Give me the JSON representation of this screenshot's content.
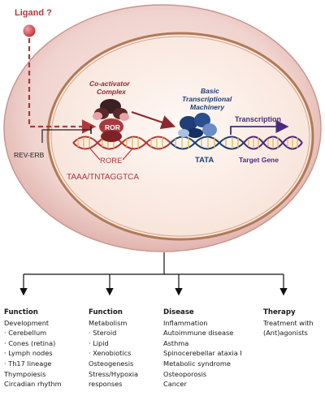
{
  "labels": {
    "ligand": "Ligand ?",
    "coactivator": [
      "Co-activator",
      "Complex"
    ],
    "basic_machinery": [
      "Basic",
      "Transcriptional",
      "Machinery"
    ],
    "transcription": "Transcription",
    "ror": "ROR",
    "rore": "RORE",
    "rev_erb": "REV-ERB",
    "tata": "TATA",
    "target_gene": "Target Gene",
    "motif": "TAAA/TNTAGGTCA"
  },
  "columns": [
    {
      "heading": "Function",
      "items": [
        "Development",
        "· Cerebellum",
        "· Cones (retina)",
        "· Lymph nodes",
        "· Th17 lineage",
        "Thympoiesis",
        "Circadian rhythm"
      ]
    },
    {
      "heading": "Function",
      "items": [
        "Metabolism",
        "· Steroid",
        "· Lipid",
        "· Xenobiotics",
        "Osteogenesis",
        "Stress/Hypoxia",
        "responses"
      ]
    },
    {
      "heading": "Disease",
      "items": [
        "Inflammation",
        "Autoimmune disease",
        "Asthma",
        "Spinocerebellar ataxia I",
        "Metabolic syndrome",
        "Osteoporosis",
        "Cancer"
      ]
    },
    {
      "heading": "Therapy",
      "items": [
        "Treatment with",
        "(Ant)agonists"
      ]
    }
  ],
  "colors": {
    "cell_outer": "#e9c9c4",
    "cell_border": "#b8897f",
    "nucleus_fill": "#fbeee8",
    "nucleus_border": "#b07a55",
    "dashed_arrow": "#b0383c",
    "ror_color": "#a8393d",
    "machinery_blue": "#1f3f75",
    "transcription_purple": "#4b2a7e"
  }
}
